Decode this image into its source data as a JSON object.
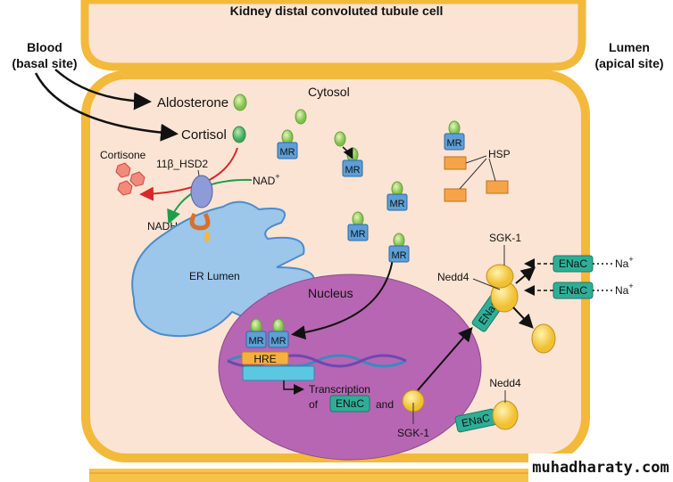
{
  "title": "Kidney distal convoluted tubule cell",
  "blood_label": [
    "Blood",
    "(basal site)"
  ],
  "lumen_label": [
    "Lumen",
    "(apical site)"
  ],
  "cytosol": "Cytosol",
  "aldosterone": "Aldosterone",
  "cortisol": "Cortisol",
  "cortisone": "Cortisone",
  "enzyme": "11β_HSD2",
  "nad": {
    "base": "NAD",
    "sup": "+"
  },
  "nadh": "NADH",
  "er_lumen": "ER Lumen",
  "mr": "MR",
  "hsp": "HSP",
  "nucleus": "Nucleus",
  "hre": "HRE",
  "transcription": "Transcription",
  "of": "of",
  "enac": "ENaC",
  "and": "and",
  "sgk1": "SGK-1",
  "nedd4": "Nedd4",
  "na": {
    "base": "Na",
    "sup": "+"
  },
  "watermark": "muhadharaty.com",
  "colors": {
    "cell_fill": "#fbe4d4",
    "membrane": "#f3b93a",
    "nucleus": "#b766b3",
    "er": "#8fbde6",
    "mr": "#5d9fd6",
    "enac": "#2fae97",
    "sgk": "#f7d04a",
    "hormone": "#9fd36a"
  }
}
